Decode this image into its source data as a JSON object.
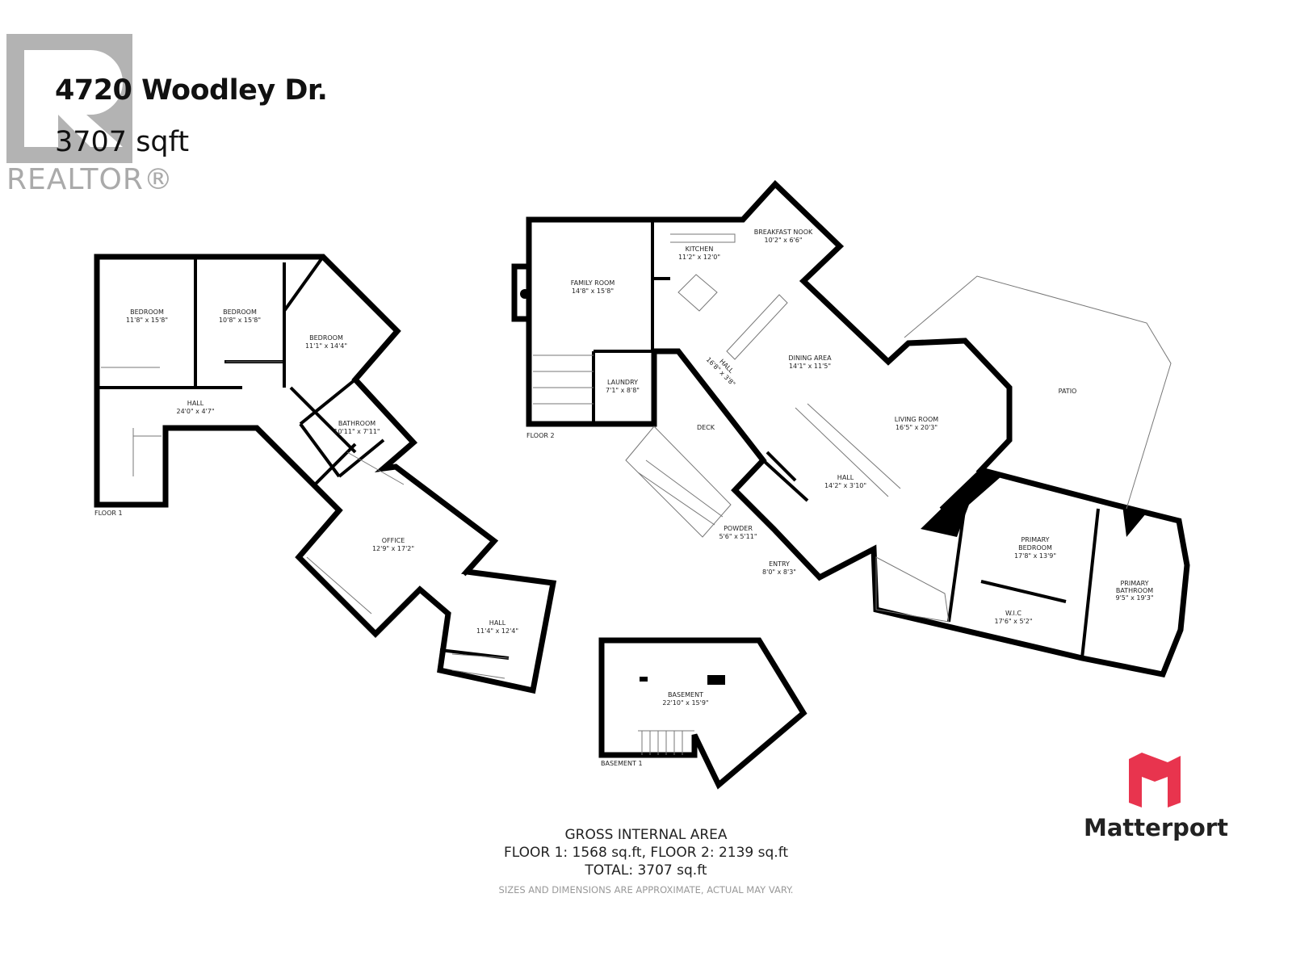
{
  "header": {
    "address": "4720 Woodley Dr.",
    "area": "3707 sqft"
  },
  "logos": {
    "realtor": "REALTOR®",
    "matterport": "Matterport"
  },
  "colors": {
    "wall": "#000000",
    "realtor_gray": "#b3b3b3",
    "matterport_red": "#e8344e"
  },
  "floors": {
    "floor1": {
      "label": "FLOOR 1",
      "rooms": [
        {
          "name": "BEDROOM",
          "size": "11'8\" x 15'8\""
        },
        {
          "name": "BEDROOM",
          "size": "10'8\" x 15'8\""
        },
        {
          "name": "BEDROOM",
          "size": "11'1\" x 14'4\""
        },
        {
          "name": "HALL",
          "size": "24'0\" x 4'7\""
        },
        {
          "name": "BATHROOM",
          "size": "10'11\" x 7'11\""
        },
        {
          "name": "OFFICE",
          "size": "12'9\" x 17'2\""
        },
        {
          "name": "HALL",
          "size": "11'4\" x 12'4\""
        }
      ]
    },
    "floor2": {
      "label": "FLOOR 2",
      "rooms": [
        {
          "name": "FAMILY ROOM",
          "size": "14'8\" x 15'8\""
        },
        {
          "name": "KITCHEN",
          "size": "11'2\" x 12'0\""
        },
        {
          "name": "BREAKFAST NOOK",
          "size": "10'2\" x 6'6\""
        },
        {
          "name": "LAUNDRY",
          "size": "7'1\" x 8'8\""
        },
        {
          "name": "HALL",
          "size": "16'8\" x 3'8\""
        },
        {
          "name": "DINING AREA",
          "size": "14'1\" x 11'5\""
        },
        {
          "name": "DECK",
          "size": ""
        },
        {
          "name": "LIVING ROOM",
          "size": "16'5\" x 20'3\""
        },
        {
          "name": "PATIO",
          "size": ""
        },
        {
          "name": "HALL",
          "size": "14'2\" x 3'10\""
        },
        {
          "name": "POWDER",
          "size": "5'6\" x 5'11\""
        },
        {
          "name": "ENTRY",
          "size": "8'0\" x 8'3\""
        },
        {
          "name": "PRIMARY",
          "size": "BEDROOM"
        },
        {
          "name": "17'8\" x 13'9\"",
          "size": ""
        },
        {
          "name": "W.I.C",
          "size": "17'6\" x 5'2\""
        },
        {
          "name": "PRIMARY",
          "size": "BATHROOM"
        },
        {
          "name": "9'5\" x 19'3\"",
          "size": ""
        }
      ]
    },
    "basement": {
      "label": "BASEMENT 1",
      "rooms": [
        {
          "name": "BASEMENT",
          "size": "22'10\" x 15'9\""
        }
      ]
    }
  },
  "footer": {
    "heading": "GROSS INTERNAL AREA",
    "floors_line": "FLOOR 1: 1568 sq.ft, FLOOR 2: 2139 sq.ft",
    "total_line": "TOTAL: 3707 sq.ft",
    "disclaimer": "SIZES AND DIMENSIONS ARE APPROXIMATE, ACTUAL MAY VARY."
  }
}
